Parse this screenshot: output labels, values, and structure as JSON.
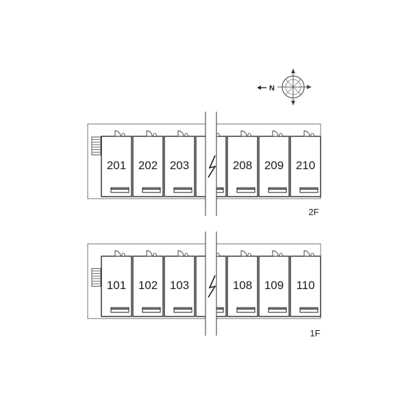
{
  "compass": {
    "label": "N"
  },
  "floors": [
    {
      "label": "2F",
      "units": [
        "201",
        "202",
        "203",
        "208",
        "209",
        "210"
      ]
    },
    {
      "label": "1F",
      "units": [
        "101",
        "102",
        "103",
        "108",
        "109",
        "110"
      ]
    }
  ]
}
